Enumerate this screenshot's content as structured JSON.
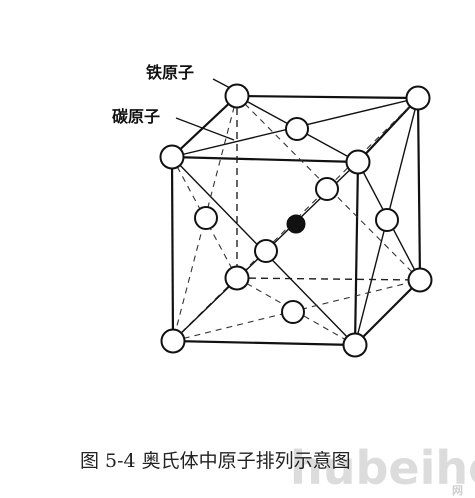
{
  "labels": {
    "iron_atom": "铁原子",
    "carbon_atom": "碳原子"
  },
  "caption": "图 5-4   奥氏体中原子排列示意图",
  "watermark": {
    "text": "hubeihong.com",
    "small_text": "网",
    "color": "#d9d9d9"
  },
  "colors": {
    "ink": "#111111",
    "atom_fill": "#ffffff",
    "carbon_fill": "#111111"
  }
}
